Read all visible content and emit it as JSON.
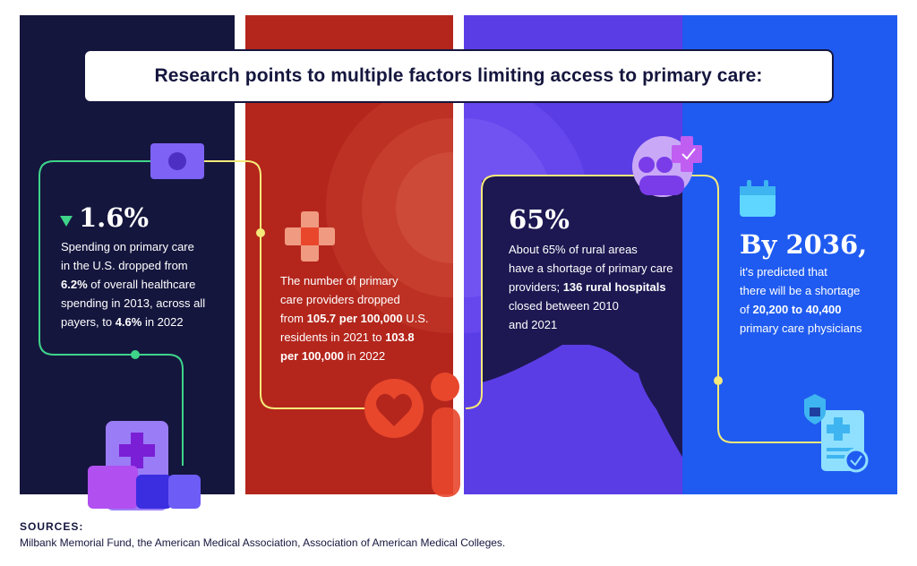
{
  "title": "Research points to multiple factors limiting access to primary care:",
  "colors": {
    "navy": "#15163e",
    "red": "#b4261c",
    "purple": "#5b3de6",
    "blue": "#1f5bf0",
    "green": "#3ed48a",
    "yellow": "#f5e97a"
  },
  "factors": [
    {
      "stat": "1.6%",
      "indicator": "down-triangle-icon",
      "lines": [
        [
          {
            "t": "Spending on primary care",
            "b": false
          }
        ],
        [
          {
            "t": "in the U.S. dropped from",
            "b": false
          }
        ],
        [
          {
            "t": "6.2%",
            "b": true
          },
          {
            "t": " of overall healthcare",
            "b": false
          }
        ],
        [
          {
            "t": "spending in 2013, across all",
            "b": false
          }
        ],
        [
          {
            "t": "payers, to ",
            "b": false
          },
          {
            "t": "4.6%",
            "b": true
          },
          {
            "t": " in 2022",
            "b": false
          }
        ]
      ],
      "icon": "money-bill-icon"
    },
    {
      "stat": "",
      "lines": [
        [
          {
            "t": "The number of primary",
            "b": false
          }
        ],
        [
          {
            "t": "care providers dropped",
            "b": false
          }
        ],
        [
          {
            "t": "from ",
            "b": false
          },
          {
            "t": "105.7 per 100,000",
            "b": true
          },
          {
            "t": " U.S.",
            "b": false
          }
        ],
        [
          {
            "t": "residents in 2021 to ",
            "b": false
          },
          {
            "t": "103.8",
            "b": true
          }
        ],
        [
          {
            "t": "per 100,000",
            "b": true
          },
          {
            "t": " in 2022",
            "b": false
          }
        ]
      ],
      "icon": "medical-cross-icon"
    },
    {
      "stat": "65%",
      "lines": [
        [
          {
            "t": "About 65% of rural areas",
            "b": false
          }
        ],
        [
          {
            "t": "have a shortage of primary care",
            "b": false
          }
        ],
        [
          {
            "t": "providers; ",
            "b": false
          },
          {
            "t": "136 rural hospitals",
            "b": true
          }
        ],
        [
          {
            "t": "closed between 2010",
            "b": false
          }
        ],
        [
          {
            "t": "and 2021",
            "b": false
          }
        ]
      ],
      "icon": "people-group-icon"
    },
    {
      "stat": "By 2036,",
      "lines": [
        [
          {
            "t": "it's predicted that",
            "b": false
          }
        ],
        [
          {
            "t": "there will be a shortage",
            "b": false
          }
        ],
        [
          {
            "t": "of ",
            "b": false
          },
          {
            "t": "20,200 to 40,400",
            "b": true
          }
        ],
        [
          {
            "t": "primary care physicians",
            "b": false
          }
        ]
      ],
      "icon": "calendar-icon"
    }
  ],
  "sources": {
    "heading": "SOURCES:",
    "text": "Milbank Memorial Fund, the American Medical Association, Association of American Medical Colleges."
  }
}
